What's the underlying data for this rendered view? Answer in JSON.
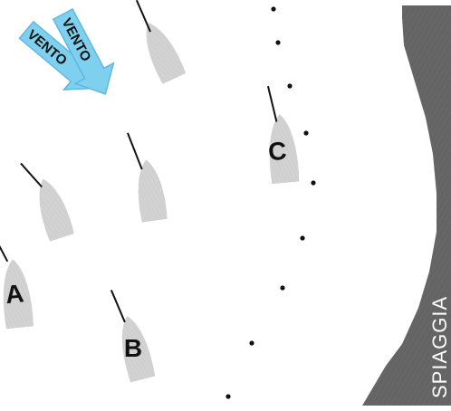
{
  "wind_arrows": [
    {
      "text": "VENTO"
    },
    {
      "text": "VENTO"
    }
  ],
  "boats": [
    {
      "label": ""
    },
    {
      "label": ""
    },
    {
      "label": "C"
    },
    {
      "label": ""
    },
    {
      "label": ""
    },
    {
      "label": "A"
    },
    {
      "label": "B"
    }
  ],
  "shore": {
    "label": "SPIAGGIA"
  },
  "colors": {
    "arrow_fill": "#7fd0ef",
    "arrow_stroke": "#5fb8e0",
    "boat_fill": "#d2d2d2",
    "shore_fill": "#666666",
    "mast": "#111111"
  }
}
